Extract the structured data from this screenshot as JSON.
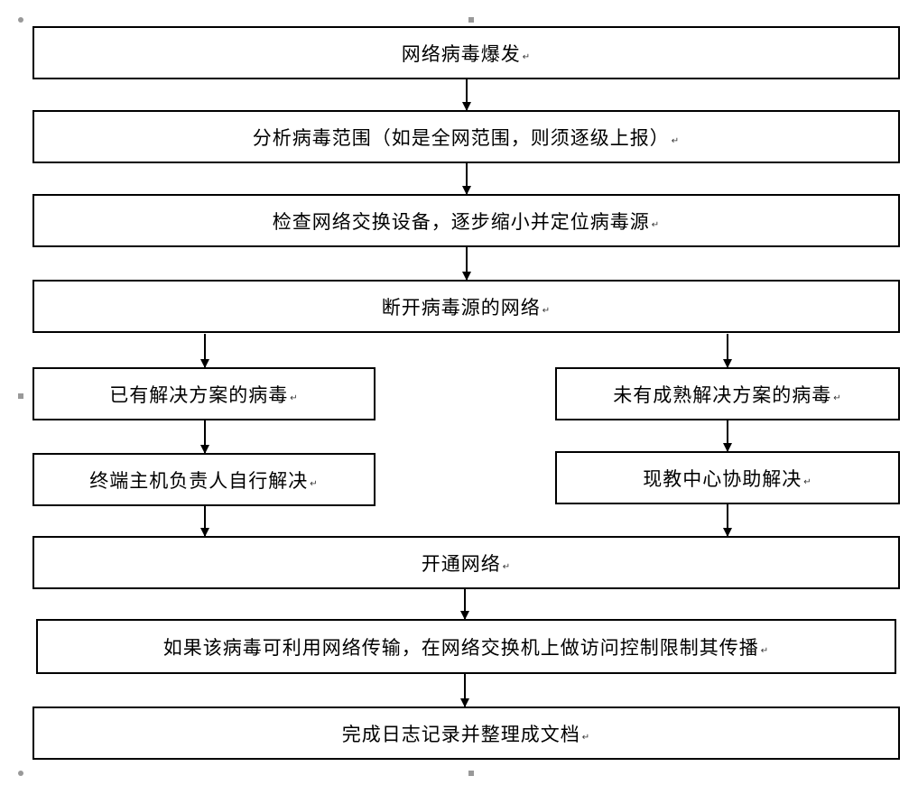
{
  "flowchart": {
    "steps": {
      "outbreak": "网络病毒爆发",
      "analyze": "分析病毒范围（如是全网范围，则须逐级上报）",
      "inspect": "检查网络交换设备，逐步缩小并定位病毒源",
      "disconnect": "断开病毒源的网络",
      "known": "已有解决方案的病毒",
      "unknown": "未有成熟解决方案的病毒",
      "host_self": "终端主机负责人自行解决",
      "center_help": "现教中心协助解决",
      "reconnect": "开通网络",
      "acl": "如果该病毒可利用网络传输，在网络交换机上做访问控制限制其传播",
      "log": "完成日志记录并整理成文档"
    },
    "paragraph_mark": "↵"
  }
}
